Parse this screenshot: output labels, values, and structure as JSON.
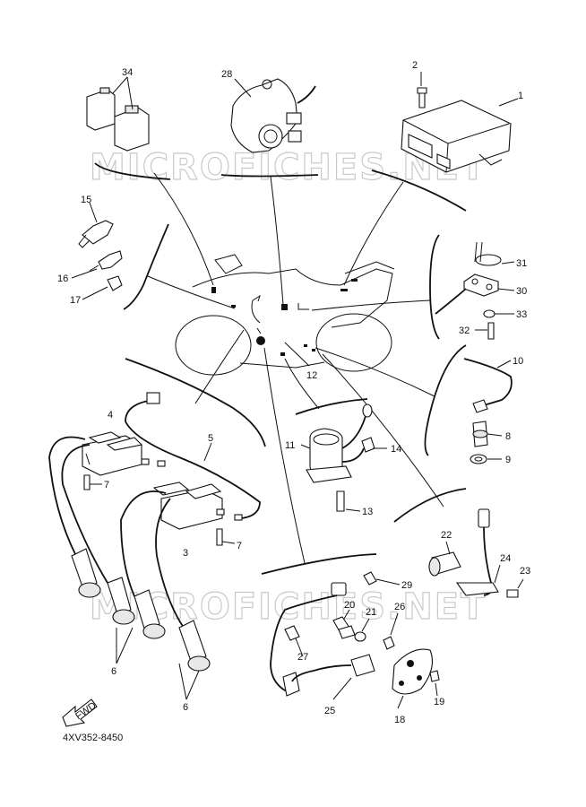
{
  "watermark": "MICROFICHES.NET",
  "diagram_code": "4XV352-8450",
  "fwd_label": "FWD",
  "callouts": {
    "p1": "1",
    "p2": "2",
    "p3": "3",
    "p4": "4",
    "p5": "5",
    "p6a": "6",
    "p6b": "6",
    "p7a": "7",
    "p7b": "7",
    "p8": "8",
    "p9": "9",
    "p10": "10",
    "p11": "11",
    "p12": "12",
    "p13": "13",
    "p14": "14",
    "p15": "15",
    "p16": "16",
    "p17": "17",
    "p18": "18",
    "p19": "19",
    "p20": "20",
    "p21": "21",
    "p22": "22",
    "p23": "23",
    "p24": "24",
    "p25": "25",
    "p26": "26",
    "p27": "27",
    "p28": "28",
    "p29": "29",
    "p30": "30",
    "p31": "31",
    "p32": "32",
    "p33": "33",
    "p34": "34"
  }
}
